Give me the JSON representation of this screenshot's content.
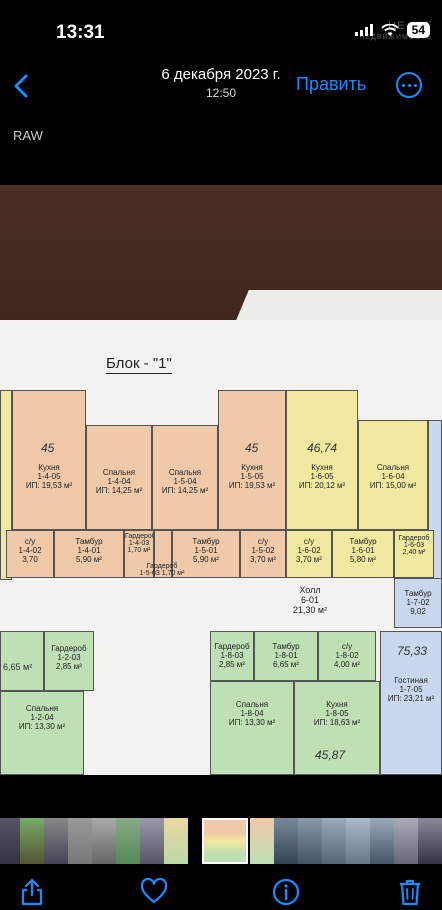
{
  "status": {
    "time": "13:31",
    "battery": "54",
    "watermark_line1": "ЦЕ ALT",
    "watermark_line2": "НЕДВИЖИМОСТЬ"
  },
  "nav": {
    "title": "6 декабря 2023 г.",
    "subtitle": "12:50",
    "edit_label": "Править"
  },
  "raw_badge": "RAW",
  "plan": {
    "title": "Блок  -  \"1\"",
    "hall": {
      "name": "Холл",
      "code": "6-01",
      "area": "21,30 м²"
    },
    "rooms": [
      {
        "name": "Кухня",
        "code": "1-4-05",
        "area": "ИП: 19,53 м²"
      },
      {
        "name": "Спальня",
        "code": "1-4-04",
        "area": "ИП: 14,25 м²"
      },
      {
        "name": "Спальня",
        "code": "1-5-04",
        "area": "ИП: 14,25 м²"
      },
      {
        "name": "Кухня",
        "code": "1-5-05",
        "area": "ИП: 19,53 м²"
      },
      {
        "name": "Кухня",
        "code": "1-6-05",
        "area": "ИП: 20,12 м²"
      },
      {
        "name": "Спальня",
        "code": "1-6-04",
        "area": "ИП: 15,00 м²"
      },
      {
        "name": "с/у",
        "code": "1-4-02",
        "area": "3,70"
      },
      {
        "name": "Тамбур",
        "code": "1-4-01",
        "area": "5,90 м²"
      },
      {
        "name": "Гардероб",
        "code": "1-4-03",
        "area": "1,70 м²"
      },
      {
        "name": "Тамбур",
        "code": "1-5-01",
        "area": "5,90 м²"
      },
      {
        "name": "с/у",
        "code": "1-5-02",
        "area": "3,70 м²"
      },
      {
        "name": "с/у",
        "code": "1-6-02",
        "area": "3,70 м²"
      },
      {
        "name": "Тамбур",
        "code": "1-6-01",
        "area": "5,80 м²"
      },
      {
        "name": "Гардероб",
        "code": "1-6-03",
        "area": "2,40 м²"
      },
      {
        "name": "Гардероб",
        "code": "1-5-03",
        "area": "1,70 м²"
      },
      {
        "name": "Гардероб",
        "code": "1-2-03",
        "area": "2,85 м²"
      },
      {
        "name": "Спальня",
        "code": "1-2-04",
        "area": "ИП: 13,30 м²"
      },
      {
        "name": "Гардероб",
        "code": "1-8-03",
        "area": "2,85 м²"
      },
      {
        "name": "Тамбур",
        "code": "1-8-01",
        "area": "6,65 м²"
      },
      {
        "name": "с/у",
        "code": "1-8-02",
        "area": "4,00 м²"
      },
      {
        "name": "Спальня",
        "code": "1-8-04",
        "area": "ИП: 13,30 м²"
      },
      {
        "name": "Кухня",
        "code": "1-8-05",
        "area": "ИП: 18,63 м²"
      },
      {
        "name": "Тамбур",
        "code": "1-7-02",
        "area": "9,02"
      },
      {
        "name": "Гостиная",
        "code": "1-7-05",
        "area": "ИП: 23,21 м²"
      }
    ],
    "handwritten": [
      "45",
      "45",
      "46,74",
      "75,33",
      "45,87",
      "6,65 м²"
    ]
  },
  "colors": {
    "accent": "#1a8cff",
    "orange_room": "#f0c9a8",
    "yellow_room": "#f2e9a0",
    "green_room": "#bfe0b5",
    "blue_room": "#c9d8ef"
  },
  "toolbar": {
    "share_icon": "share-icon",
    "favorite_icon": "heart-icon",
    "info_icon": "info-icon",
    "delete_icon": "trash-icon"
  }
}
